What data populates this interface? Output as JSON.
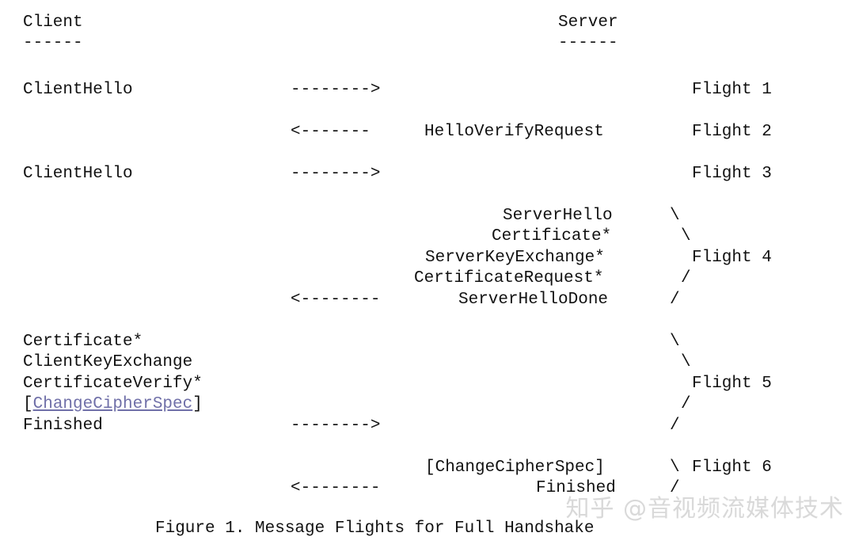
{
  "figure": {
    "caption": "Figure 1. Message Flights for Full Handshake",
    "watermark": "知乎 @音视频流媒体技术",
    "colors": {
      "background": "#ffffff",
      "text": "#111111",
      "link": "#6f6fa8",
      "watermark": "#d9d9d9"
    }
  },
  "headers": {
    "client": "Client",
    "client_rule": "------",
    "server": "Server",
    "server_rule": "------"
  },
  "arrows": {
    "right_8": "-------->",
    "left_7": "<-------",
    "left_8": "<--------"
  },
  "brackets": {
    "backslash": "\\",
    "slash": "/"
  },
  "flights": [
    {
      "id": 1,
      "label": "Flight 1",
      "direction": "client-to-server",
      "arrow": "-------->",
      "client_messages": [
        "ClientHello"
      ],
      "server_messages": []
    },
    {
      "id": 2,
      "label": "Flight 2",
      "direction": "server-to-client",
      "arrow": "<-------",
      "client_messages": [],
      "server_messages": [
        "HelloVerifyRequest"
      ]
    },
    {
      "id": 3,
      "label": "Flight 3",
      "direction": "client-to-server",
      "arrow": "-------->",
      "client_messages": [
        "ClientHello"
      ],
      "server_messages": []
    },
    {
      "id": 4,
      "label": "Flight 4",
      "direction": "server-to-client",
      "arrow": "<--------",
      "client_messages": [],
      "server_messages": [
        "ServerHello",
        "Certificate*",
        "ServerKeyExchange*",
        "CertificateRequest*",
        "ServerHelloDone"
      ]
    },
    {
      "id": 5,
      "label": "Flight 5",
      "direction": "client-to-server",
      "arrow": "-------->",
      "client_messages": [
        "Certificate*",
        "ClientKeyExchange",
        "CertificateVerify*",
        "[ChangeCipherSpec]",
        "Finished"
      ],
      "server_messages": []
    },
    {
      "id": 6,
      "label": "Flight 6",
      "direction": "server-to-client",
      "arrow": "<--------",
      "client_messages": [],
      "server_messages": [
        "[ChangeCipherSpec]",
        "Finished"
      ]
    }
  ],
  "lines": [
    {
      "client": "Client",
      "arrow": "",
      "server": "Server",
      "brace": "",
      "flight": ""
    },
    {
      "client": "------",
      "arrow": "",
      "server": "------",
      "brace": "",
      "flight": ""
    },
    {
      "client": "",
      "arrow": "",
      "server": "",
      "brace": "",
      "flight": ""
    },
    {
      "client": "ClientHello",
      "arrow": "-------->",
      "server": "",
      "brace": "",
      "flight": "Flight 1"
    },
    {
      "client": "",
      "arrow": "",
      "server": "",
      "brace": "",
      "flight": ""
    },
    {
      "client": "",
      "arrow": "<-------",
      "server": "HelloVerifyRequest",
      "brace": "",
      "flight": "Flight 2"
    },
    {
      "client": "",
      "arrow": "",
      "server": "",
      "brace": "",
      "flight": ""
    },
    {
      "client": "ClientHello",
      "arrow": "-------->",
      "server": "",
      "brace": "",
      "flight": "Flight 3"
    },
    {
      "client": "",
      "arrow": "",
      "server": "",
      "brace": "",
      "flight": ""
    },
    {
      "client": "",
      "arrow": "",
      "server": "ServerHello",
      "brace": "\\",
      "flight": ""
    },
    {
      "client": "",
      "arrow": "",
      "server": "Certificate*",
      "brace": "\\",
      "flight": ""
    },
    {
      "client": "",
      "arrow": "",
      "server": "ServerKeyExchange*",
      "brace": "",
      "flight": "Flight 4"
    },
    {
      "client": "",
      "arrow": "",
      "server": "CertificateRequest*",
      "brace": "/",
      "flight": ""
    },
    {
      "client": "",
      "arrow": "<--------",
      "server": "ServerHelloDone",
      "brace": "/",
      "flight": ""
    },
    {
      "client": "",
      "arrow": "",
      "server": "",
      "brace": "",
      "flight": ""
    },
    {
      "client": "Certificate*",
      "arrow": "",
      "server": "",
      "brace": "\\",
      "flight": ""
    },
    {
      "client": "ClientKeyExchange",
      "arrow": "",
      "server": "",
      "brace": "\\",
      "flight": ""
    },
    {
      "client": "CertificateVerify*",
      "arrow": "",
      "server": "",
      "brace": "",
      "flight": "Flight 5"
    },
    {
      "client": "[ChangeCipherSpec]",
      "arrow": "",
      "server": "",
      "brace": "/",
      "flight": ""
    },
    {
      "client": "Finished",
      "arrow": "-------->",
      "server": "",
      "brace": "/",
      "flight": ""
    },
    {
      "client": "",
      "arrow": "",
      "server": "",
      "brace": "",
      "flight": ""
    },
    {
      "client": "",
      "arrow": "",
      "server": "[ChangeCipherSpec]",
      "brace": "\\",
      "flight": "Flight 6"
    },
    {
      "client": "",
      "arrow": "<--------",
      "server": "Finished",
      "brace": "/",
      "flight": ""
    }
  ],
  "link_text": "ChangeCipherSpec",
  "link_prefix": "[",
  "link_suffix": "]"
}
